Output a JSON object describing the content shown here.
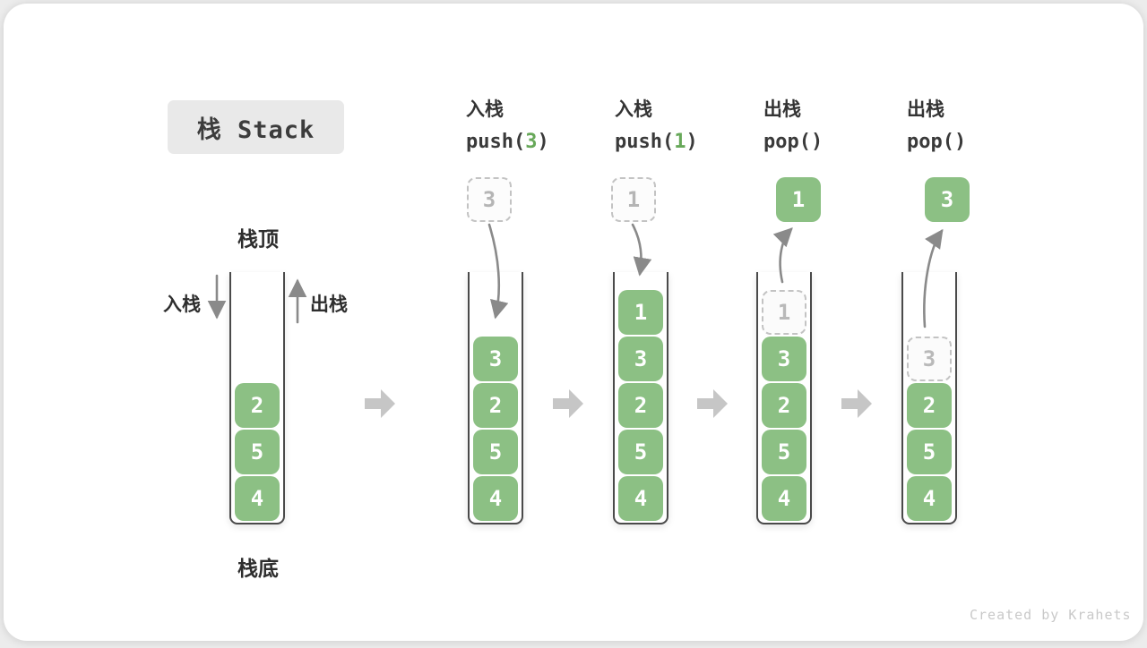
{
  "title": {
    "label": "栈 Stack"
  },
  "legend": {
    "stack_top": "栈顶",
    "stack_bottom": "栈底",
    "push_label": "入栈",
    "pop_label": "出栈"
  },
  "watermark": "Created by Krahets",
  "colors": {
    "cell_green": "#8CC084",
    "code_green": "#67A859",
    "arrow_gray": "#8A8A8A",
    "block_arrow_gray": "#C6C6C6"
  },
  "stacks": [
    {
      "cells": [
        "2",
        "5",
        "4"
      ]
    },
    {
      "op": {
        "action": "入栈",
        "code_pre": "push(",
        "code_arg": "3",
        "code_post": ")"
      },
      "floating": "3",
      "cells": [
        "3",
        "2",
        "5",
        "4"
      ]
    },
    {
      "op": {
        "action": "入栈",
        "code_pre": "push(",
        "code_arg": "1",
        "code_post": ")"
      },
      "floating": "1",
      "cells": [
        "1",
        "3",
        "2",
        "5",
        "4"
      ]
    },
    {
      "op": {
        "action": "出栈",
        "code_pre": "pop(",
        "code_arg": "",
        "code_post": ")"
      },
      "floating": "1",
      "ghost": "1",
      "cells": [
        "3",
        "2",
        "5",
        "4"
      ]
    },
    {
      "op": {
        "action": "出栈",
        "code_pre": "pop(",
        "code_arg": "",
        "code_post": ")"
      },
      "floating": "3",
      "ghost": "3",
      "cells": [
        "2",
        "5",
        "4"
      ]
    }
  ]
}
